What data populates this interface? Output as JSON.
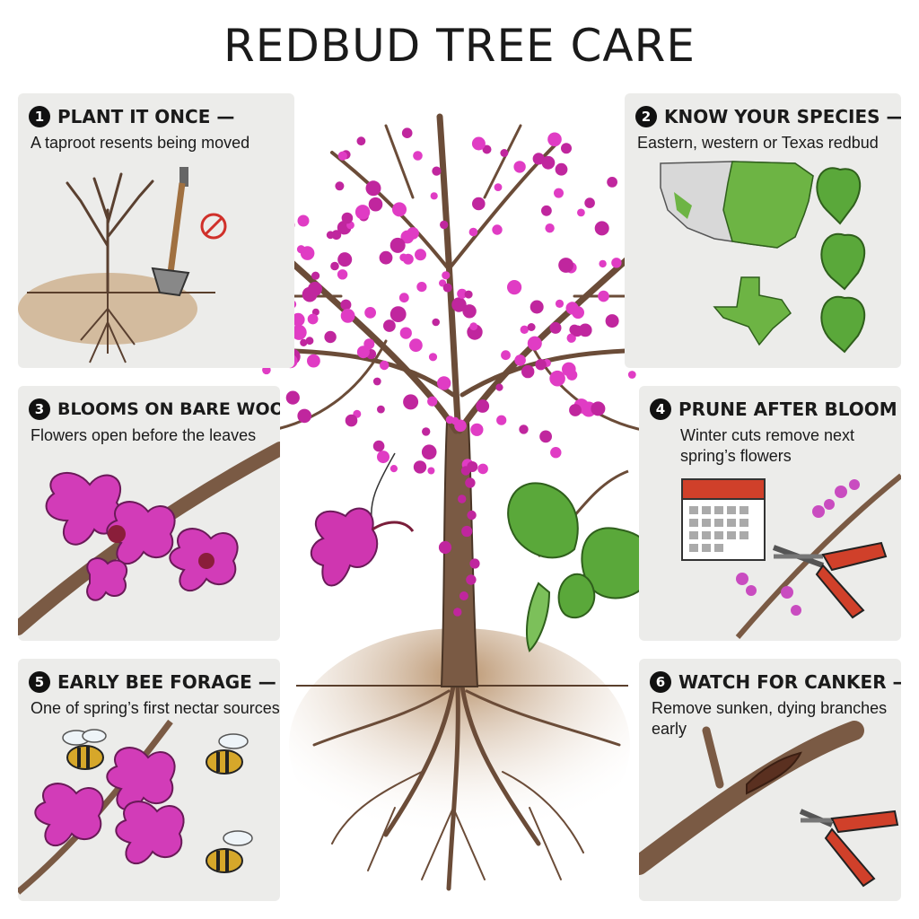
{
  "title": "REDBUD TREE CARE",
  "panels": [
    {
      "number": "1",
      "heading": "PLANT IT ONCE —",
      "subtitle": "A taproot resents being moved",
      "icons": [
        "bare-tree-icon",
        "shovel-icon",
        "no-symbol-icon"
      ]
    },
    {
      "number": "2",
      "heading": "KNOW YOUR SPECIES —",
      "subtitle": "Eastern, western or Texas redbud",
      "icons": [
        "us-map-icon",
        "texas-map-icon",
        "heart-leaf-icon"
      ]
    },
    {
      "number": "3",
      "heading": "BLOOMS ON BARE WOOD",
      "subtitle": "Flowers open before the leaves",
      "icons": [
        "flowering-branch-icon"
      ]
    },
    {
      "number": "4",
      "heading": "PRUNE AFTER BLOOM —",
      "subtitle_lines": [
        "Winter cuts remove next",
        "spring’s flowers"
      ],
      "icons": [
        "calendar-icon",
        "pruning-shears-icon",
        "flowering-branch-icon"
      ]
    },
    {
      "number": "5",
      "heading": "EARLY BEE FORAGE —",
      "subtitle": "One of spring’s first nectar sources",
      "icons": [
        "bee-icon",
        "flowering-branch-icon"
      ]
    },
    {
      "number": "6",
      "heading": "WATCH FOR CANKER —",
      "subtitle_lines": [
        "Remove sunken, dying branches",
        "early"
      ],
      "icons": [
        "cankered-branch-icon",
        "pruning-shears-icon"
      ]
    }
  ],
  "colors": {
    "blossom": "#c0269e",
    "blossom_light": "#e03cc4",
    "bark": "#7a5a44",
    "leaf": "#5aa83a",
    "map_green": "#6db444",
    "soil": "#c9a77e",
    "shear_handle": "#d0402a",
    "panel_bg": "#ececea"
  }
}
